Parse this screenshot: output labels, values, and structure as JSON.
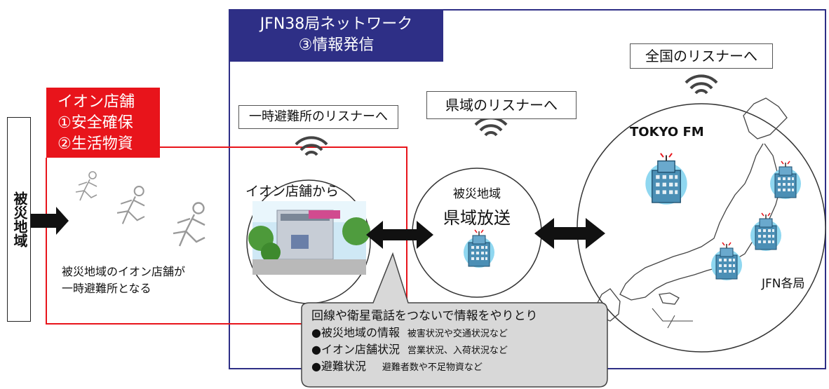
{
  "title": {
    "line1": "JFN38局ネットワーク",
    "line2": "③情報発信"
  },
  "aeon_box": {
    "line1": "イオン店舗",
    "line2": "①安全確保",
    "line3": "②生活物資"
  },
  "left_label": "被災地域",
  "evac_text": {
    "line1": "被災地域のイオン店舗が",
    "line2": "一時避難所となる"
  },
  "temp_shelter_label": "一時避難所のリスナーへ",
  "from_store": "イオン店舗から",
  "pref_label": "県域のリスナーへ",
  "pref_circle": {
    "line1": "被災地域",
    "line2": "県域放送"
  },
  "national_label": "全国のリスナーへ",
  "tokyo_fm": "TOKYO FM",
  "jfn_stations": "JFN各局",
  "bubble": {
    "title": "回線や衛星電話をつないで情報をやりとり",
    "items": [
      {
        "head": "●被災地域の情報",
        "detail": "被害状況や交通状況など"
      },
      {
        "head": "●イオン店舗状況",
        "detail": "営業状況、入荷状況など"
      },
      {
        "head": "●避難状況",
        "detail": "避難者数や不足物資など"
      }
    ]
  },
  "colors": {
    "navy": "#2e2f86",
    "red": "#e8141b",
    "building": "#5aa6c9",
    "sky": "#8fd7f0"
  }
}
